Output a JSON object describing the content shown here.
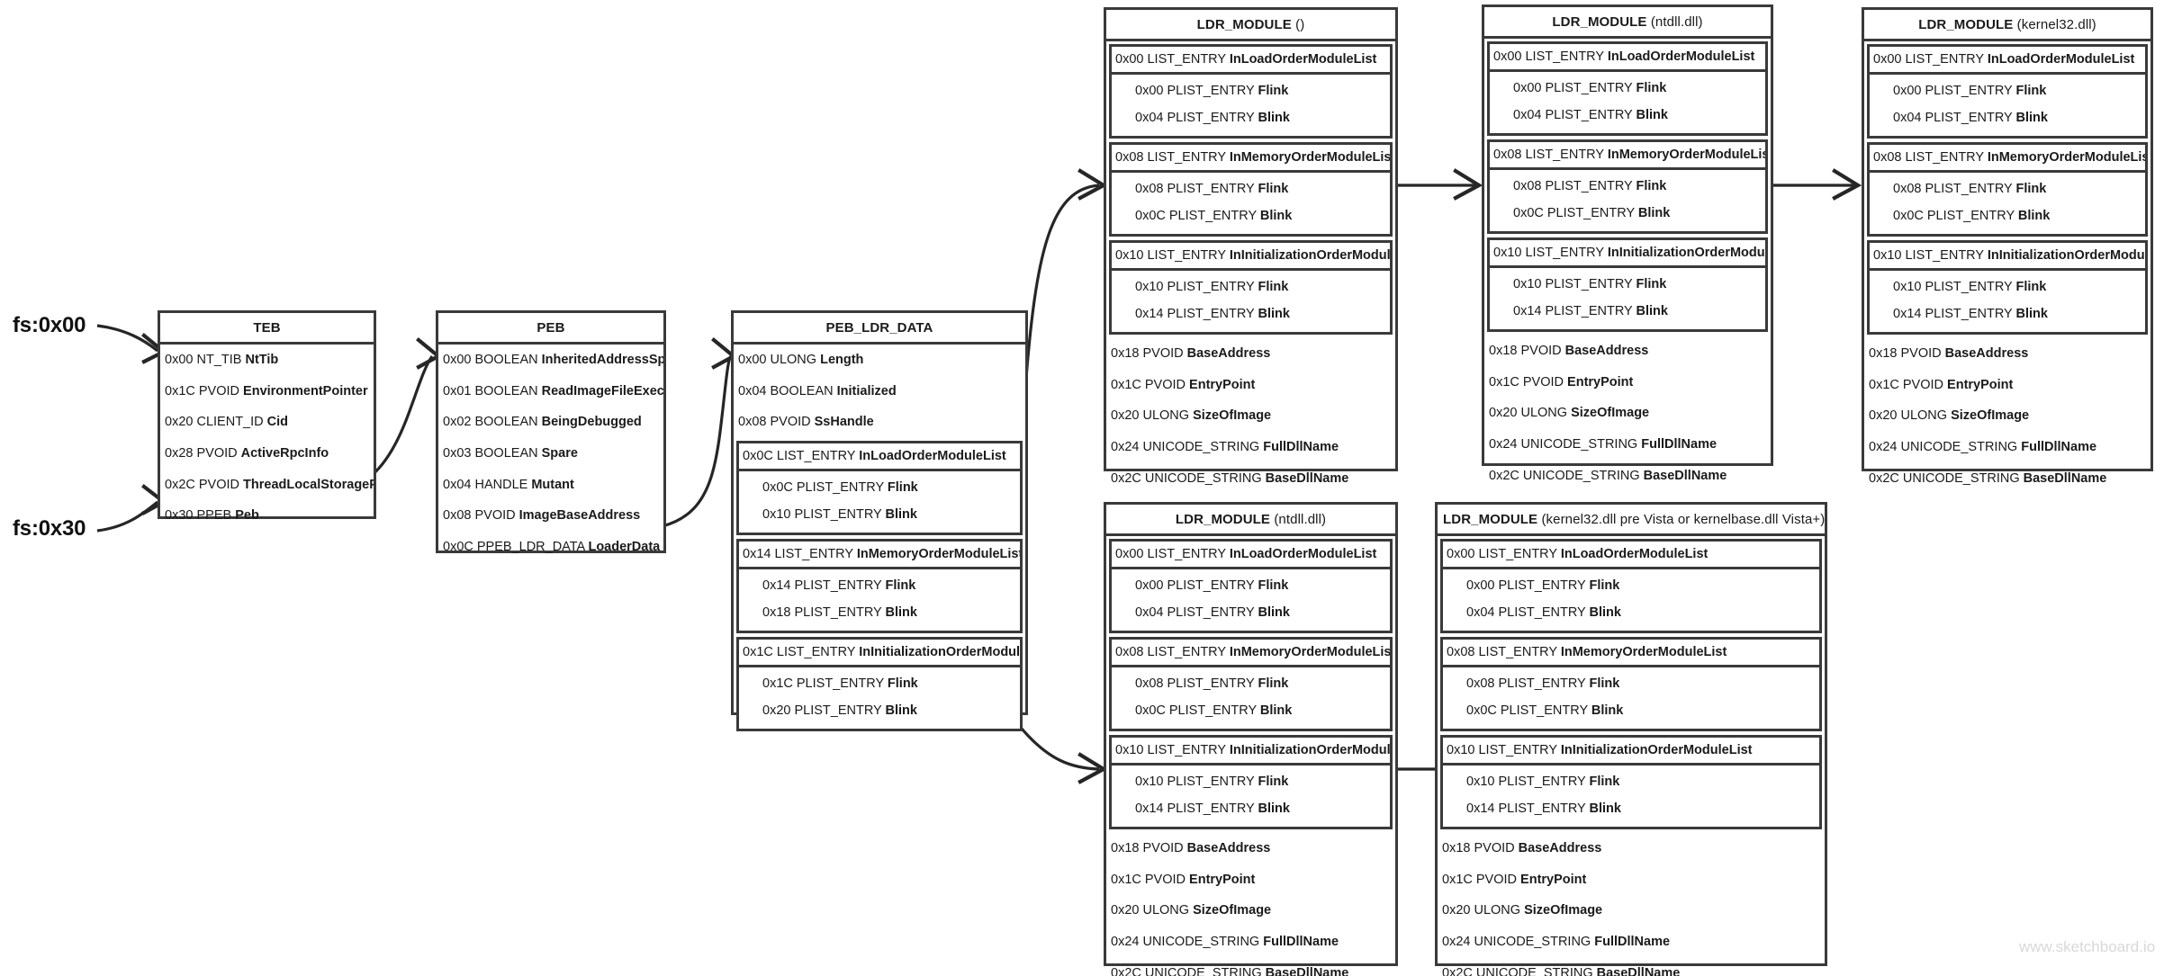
{
  "watermark": "www.sketchboard.io",
  "labels": {
    "fs_00": "fs:0x00",
    "fs_30": "fs:0x30"
  },
  "structs": {
    "teb": {
      "title": "TEB",
      "title_suffix": "",
      "fields": [
        {
          "off": "0x00",
          "type": "NT_TIB",
          "name": "NtTib"
        },
        {
          "off": "0x1C",
          "type": "PVOID",
          "name": "EnvironmentPointer"
        },
        {
          "off": "0x20",
          "type": "CLIENT_ID",
          "name": "Cid"
        },
        {
          "off": "0x28",
          "type": "PVOID",
          "name": "ActiveRpcInfo"
        },
        {
          "off": "0x2C",
          "type": "PVOID",
          "name": "ThreadLocalStoragePointer"
        },
        {
          "off": "0x30",
          "type": "PPEB",
          "name": "Peb"
        }
      ]
    },
    "peb": {
      "title": "PEB",
      "title_suffix": "",
      "fields": [
        {
          "off": "0x00",
          "type": "BOOLEAN",
          "name": "InheritedAddressSpace"
        },
        {
          "off": "0x01",
          "type": "BOOLEAN",
          "name": "ReadImageFileExecOptions"
        },
        {
          "off": "0x02",
          "type": "BOOLEAN",
          "name": "BeingDebugged"
        },
        {
          "off": "0x03",
          "type": "BOOLEAN",
          "name": "Spare"
        },
        {
          "off": "0x04",
          "type": "HANDLE",
          "name": "Mutant"
        },
        {
          "off": "0x08",
          "type": "PVOID",
          "name": "ImageBaseAddress"
        },
        {
          "off": "0x0C",
          "type": "PPEB_LDR_DATA",
          "name": "LoaderData"
        }
      ]
    },
    "peb_ldr_data": {
      "title": "PEB_LDR_DATA",
      "title_suffix": "",
      "fields": [
        {
          "off": "0x00",
          "type": "ULONG",
          "name": "Length"
        },
        {
          "off": "0x04",
          "type": "BOOLEAN",
          "name": "Initialized"
        },
        {
          "off": "0x08",
          "type": "PVOID",
          "name": "SsHandle"
        }
      ],
      "groups": [
        {
          "off": "0x0C",
          "type": "LIST_ENTRY",
          "name": "InLoadOrderModuleList",
          "entries": [
            {
              "off": "0x0C",
              "type": "PLIST_ENTRY",
              "name": "Flink"
            },
            {
              "off": "0x10",
              "type": "PLIST_ENTRY",
              "name": "Blink"
            }
          ]
        },
        {
          "off": "0x14",
          "type": "LIST_ENTRY",
          "name": "InMemoryOrderModuleList",
          "entries": [
            {
              "off": "0x14",
              "type": "PLIST_ENTRY",
              "name": "Flink"
            },
            {
              "off": "0x18",
              "type": "PLIST_ENTRY",
              "name": "Blink"
            }
          ]
        },
        {
          "off": "0x1C",
          "type": "LIST_ENTRY",
          "name": "InInitializationOrderModuleList",
          "entries": [
            {
              "off": "0x1C",
              "type": "PLIST_ENTRY",
              "name": "Flink"
            },
            {
              "off": "0x20",
              "type": "PLIST_ENTRY",
              "name": "Blink"
            }
          ]
        }
      ]
    },
    "ldr_empty": {
      "title": "LDR_MODULE",
      "title_suffix": "()",
      "groups": [
        {
          "off": "0x00",
          "type": "LIST_ENTRY",
          "name": "InLoadOrderModuleList",
          "entries": [
            {
              "off": "0x00",
              "type": "PLIST_ENTRY",
              "name": "Flink"
            },
            {
              "off": "0x04",
              "type": "PLIST_ENTRY",
              "name": "Blink"
            }
          ]
        },
        {
          "off": "0x08",
          "type": "LIST_ENTRY",
          "name": "InMemoryOrderModuleList",
          "entries": [
            {
              "off": "0x08",
              "type": "PLIST_ENTRY",
              "name": "Flink"
            },
            {
              "off": "0x0C",
              "type": "PLIST_ENTRY",
              "name": "Blink"
            }
          ]
        },
        {
          "off": "0x10",
          "type": "LIST_ENTRY",
          "name": "InInitializationOrderModuleList",
          "entries": [
            {
              "off": "0x10",
              "type": "PLIST_ENTRY",
              "name": "Flink"
            },
            {
              "off": "0x14",
              "type": "PLIST_ENTRY",
              "name": "Blink"
            }
          ]
        }
      ],
      "fields": [
        {
          "off": "0x18",
          "type": "PVOID",
          "name": "BaseAddress"
        },
        {
          "off": "0x1C",
          "type": "PVOID",
          "name": "EntryPoint"
        },
        {
          "off": "0x20",
          "type": "ULONG",
          "name": "SizeOfImage"
        },
        {
          "off": "0x24",
          "type": "UNICODE_STRING",
          "name": "FullDllName"
        },
        {
          "off": "0x2C",
          "type": "UNICODE_STRING",
          "name": "BaseDllName"
        }
      ]
    },
    "ldr_ntdll_top": {
      "title": "LDR_MODULE",
      "title_suffix": "(ntdll.dll)",
      "groups": [
        {
          "off": "0x00",
          "type": "LIST_ENTRY",
          "name": "InLoadOrderModuleList",
          "entries": [
            {
              "off": "0x00",
              "type": "PLIST_ENTRY",
              "name": "Flink"
            },
            {
              "off": "0x04",
              "type": "PLIST_ENTRY",
              "name": "Blink"
            }
          ]
        },
        {
          "off": "0x08",
          "type": "LIST_ENTRY",
          "name": "InMemoryOrderModuleList",
          "entries": [
            {
              "off": "0x08",
              "type": "PLIST_ENTRY",
              "name": "Flink"
            },
            {
              "off": "0x0C",
              "type": "PLIST_ENTRY",
              "name": "Blink"
            }
          ]
        },
        {
          "off": "0x10",
          "type": "LIST_ENTRY",
          "name": "InInitializationOrderModuleList",
          "entries": [
            {
              "off": "0x10",
              "type": "PLIST_ENTRY",
              "name": "Flink"
            },
            {
              "off": "0x14",
              "type": "PLIST_ENTRY",
              "name": "Blink"
            }
          ]
        }
      ],
      "fields": [
        {
          "off": "0x18",
          "type": "PVOID",
          "name": "BaseAddress"
        },
        {
          "off": "0x1C",
          "type": "PVOID",
          "name": "EntryPoint"
        },
        {
          "off": "0x20",
          "type": "ULONG",
          "name": "SizeOfImage"
        },
        {
          "off": "0x24",
          "type": "UNICODE_STRING",
          "name": "FullDllName"
        },
        {
          "off": "0x2C",
          "type": "UNICODE_STRING",
          "name": "BaseDllName"
        }
      ]
    },
    "ldr_kernel32_top": {
      "title": "LDR_MODULE",
      "title_suffix": "(kernel32.dll)",
      "groups": [
        {
          "off": "0x00",
          "type": "LIST_ENTRY",
          "name": "InLoadOrderModuleList",
          "entries": [
            {
              "off": "0x00",
              "type": "PLIST_ENTRY",
              "name": "Flink"
            },
            {
              "off": "0x04",
              "type": "PLIST_ENTRY",
              "name": "Blink"
            }
          ]
        },
        {
          "off": "0x08",
          "type": "LIST_ENTRY",
          "name": "InMemoryOrderModuleList",
          "entries": [
            {
              "off": "0x08",
              "type": "PLIST_ENTRY",
              "name": "Flink"
            },
            {
              "off": "0x0C",
              "type": "PLIST_ENTRY",
              "name": "Blink"
            }
          ]
        },
        {
          "off": "0x10",
          "type": "LIST_ENTRY",
          "name": "InInitializationOrderModuleList",
          "entries": [
            {
              "off": "0x10",
              "type": "PLIST_ENTRY",
              "name": "Flink"
            },
            {
              "off": "0x14",
              "type": "PLIST_ENTRY",
              "name": "Blink"
            }
          ]
        }
      ],
      "fields": [
        {
          "off": "0x18",
          "type": "PVOID",
          "name": "BaseAddress"
        },
        {
          "off": "0x1C",
          "type": "PVOID",
          "name": "EntryPoint"
        },
        {
          "off": "0x20",
          "type": "ULONG",
          "name": "SizeOfImage"
        },
        {
          "off": "0x24",
          "type": "UNICODE_STRING",
          "name": "FullDllName"
        },
        {
          "off": "0x2C",
          "type": "UNICODE_STRING",
          "name": "BaseDllName"
        }
      ]
    },
    "ldr_ntdll_bottom": {
      "title": "LDR_MODULE",
      "title_suffix": "(ntdll.dll)",
      "groups": [
        {
          "off": "0x00",
          "type": "LIST_ENTRY",
          "name": "InLoadOrderModuleList",
          "entries": [
            {
              "off": "0x00",
              "type": "PLIST_ENTRY",
              "name": "Flink"
            },
            {
              "off": "0x04",
              "type": "PLIST_ENTRY",
              "name": "Blink"
            }
          ]
        },
        {
          "off": "0x08",
          "type": "LIST_ENTRY",
          "name": "InMemoryOrderModuleList",
          "entries": [
            {
              "off": "0x08",
              "type": "PLIST_ENTRY",
              "name": "Flink"
            },
            {
              "off": "0x0C",
              "type": "PLIST_ENTRY",
              "name": "Blink"
            }
          ]
        },
        {
          "off": "0x10",
          "type": "LIST_ENTRY",
          "name": "InInitializationOrderModuleList",
          "entries": [
            {
              "off": "0x10",
              "type": "PLIST_ENTRY",
              "name": "Flink"
            },
            {
              "off": "0x14",
              "type": "PLIST_ENTRY",
              "name": "Blink"
            }
          ]
        }
      ],
      "fields": [
        {
          "off": "0x18",
          "type": "PVOID",
          "name": "BaseAddress"
        },
        {
          "off": "0x1C",
          "type": "PVOID",
          "name": "EntryPoint"
        },
        {
          "off": "0x20",
          "type": "ULONG",
          "name": "SizeOfImage"
        },
        {
          "off": "0x24",
          "type": "UNICODE_STRING",
          "name": "FullDllName"
        },
        {
          "off": "0x2C",
          "type": "UNICODE_STRING",
          "name": "BaseDllName"
        }
      ]
    },
    "ldr_kernel32_bottom": {
      "title": "LDR_MODULE",
      "title_suffix": "(kernel32.dll pre Vista or kernelbase.dll Vista+)",
      "groups": [
        {
          "off": "0x00",
          "type": "LIST_ENTRY",
          "name": "InLoadOrderModuleList",
          "entries": [
            {
              "off": "0x00",
              "type": "PLIST_ENTRY",
              "name": "Flink"
            },
            {
              "off": "0x04",
              "type": "PLIST_ENTRY",
              "name": "Blink"
            }
          ]
        },
        {
          "off": "0x08",
          "type": "LIST_ENTRY",
          "name": "InMemoryOrderModuleList",
          "entries": [
            {
              "off": "0x08",
              "type": "PLIST_ENTRY",
              "name": "Flink"
            },
            {
              "off": "0x0C",
              "type": "PLIST_ENTRY",
              "name": "Blink"
            }
          ]
        },
        {
          "off": "0x10",
          "type": "LIST_ENTRY",
          "name": "InInitializationOrderModuleList",
          "entries": [
            {
              "off": "0x10",
              "type": "PLIST_ENTRY",
              "name": "Flink"
            },
            {
              "off": "0x14",
              "type": "PLIST_ENTRY",
              "name": "Blink"
            }
          ]
        }
      ],
      "fields": [
        {
          "off": "0x18",
          "type": "PVOID",
          "name": "BaseAddress"
        },
        {
          "off": "0x1C",
          "type": "PVOID",
          "name": "EntryPoint"
        },
        {
          "off": "0x20",
          "type": "ULONG",
          "name": "SizeOfImage"
        },
        {
          "off": "0x24",
          "type": "UNICODE_STRING",
          "name": "FullDllName"
        },
        {
          "off": "0x2C",
          "type": "UNICODE_STRING",
          "name": "BaseDllName"
        }
      ]
    }
  }
}
